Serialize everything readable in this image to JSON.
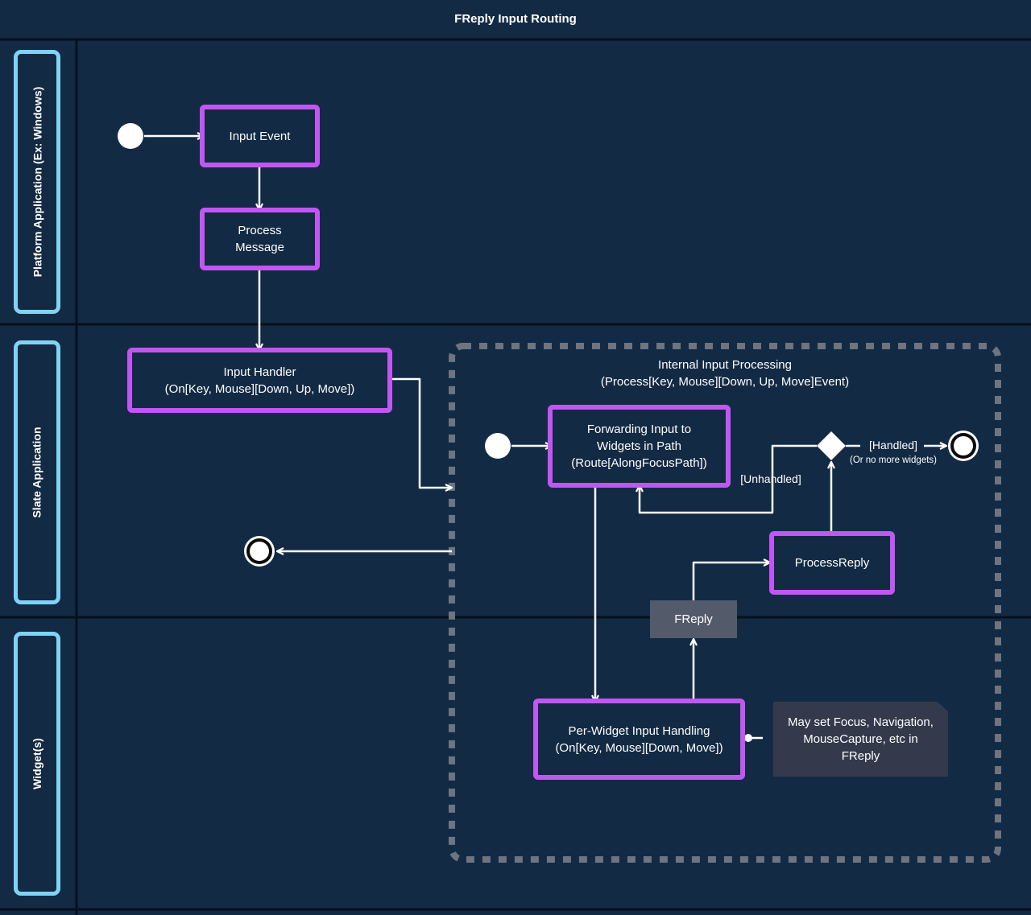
{
  "title": "FReply Input Routing",
  "lanes": [
    {
      "label": "Platform Application (Ex: Windows)"
    },
    {
      "label": "Slate Application"
    },
    {
      "label": "Widget(s)"
    }
  ],
  "nodes": {
    "input_event": "Input Event",
    "process_message": "Process\nMessage",
    "input_handler": "Input Handler\n(On[Key, Mouse][Down, Up, Move])",
    "internal_processing": "Internal Input Processing\n(Process[Key, Mouse][Down, Up, Move]Event)",
    "forwarding_input": "Forwarding Input to\nWidgets in Path\n(Route[AlongFocusPath])",
    "process_reply": "ProcessReply",
    "freply": "FReply",
    "per_widget": "Per-Widget Input Handling\n(On[Key, Mouse][Down, Move])"
  },
  "edge_labels": {
    "handled": "[Handled]",
    "or_no_more": "(Or no more widgets)",
    "unhandled": "[Unhandled]"
  },
  "note": "May set Focus, Navigation,\nMouseCapture, etc in\nFReply",
  "colors": {
    "background": "#132a44",
    "node_border": "#c157f2",
    "lane_border": "#7fd3f5",
    "freply_fill": "#535b6b",
    "note_fill": "#343a4c",
    "dashed_boundary": "#6e7480",
    "separator": "#05101d"
  }
}
